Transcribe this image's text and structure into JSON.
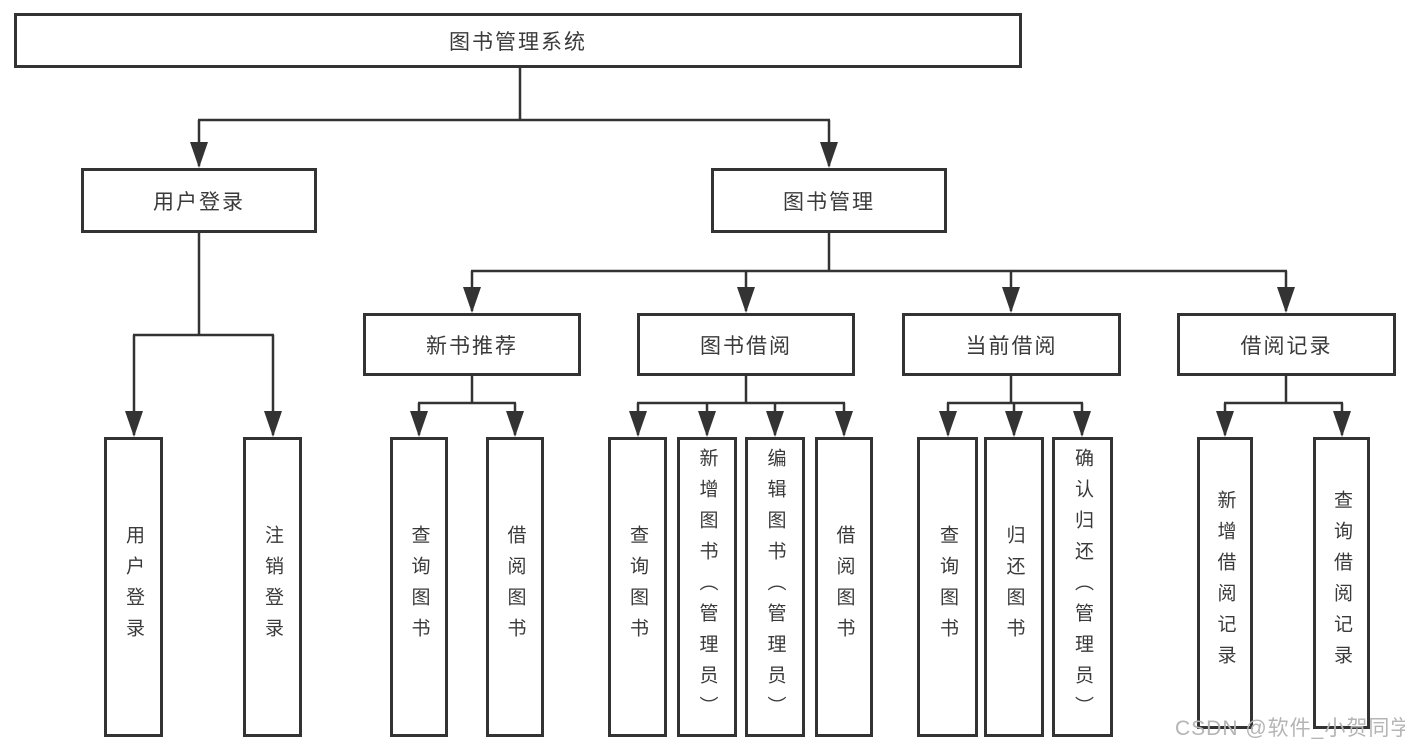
{
  "colors": {
    "line": "#333333",
    "box_border": "#333333",
    "text": "#3a3a3a",
    "watermark": "#b5b5b5",
    "background": "#ffffff"
  },
  "watermark": {
    "text": "CSDN @软件_小贺同学"
  },
  "diagram": {
    "root": {
      "label": "图书管理系统"
    },
    "branches": [
      {
        "label": "用户登录",
        "children": [
          {
            "label": "用户登录"
          },
          {
            "label": "注销登录"
          }
        ]
      },
      {
        "label": "图书管理",
        "children": [
          {
            "label": "新书推荐",
            "children": [
              {
                "label": "查询图书"
              },
              {
                "label": "借阅图书"
              }
            ]
          },
          {
            "label": "图书借阅",
            "children": [
              {
                "label": "查询图书"
              },
              {
                "label": "新增图书（管理员）"
              },
              {
                "label": "编辑图书（管理员）"
              },
              {
                "label": "借阅图书"
              }
            ]
          },
          {
            "label": "当前借阅",
            "children": [
              {
                "label": "查询图书"
              },
              {
                "label": "归还图书"
              },
              {
                "label": "确认归还（管理员）"
              }
            ]
          },
          {
            "label": "借阅记录",
            "children": [
              {
                "label": "新增借阅记录"
              },
              {
                "label": "查询借阅记录"
              }
            ]
          }
        ]
      }
    ]
  }
}
